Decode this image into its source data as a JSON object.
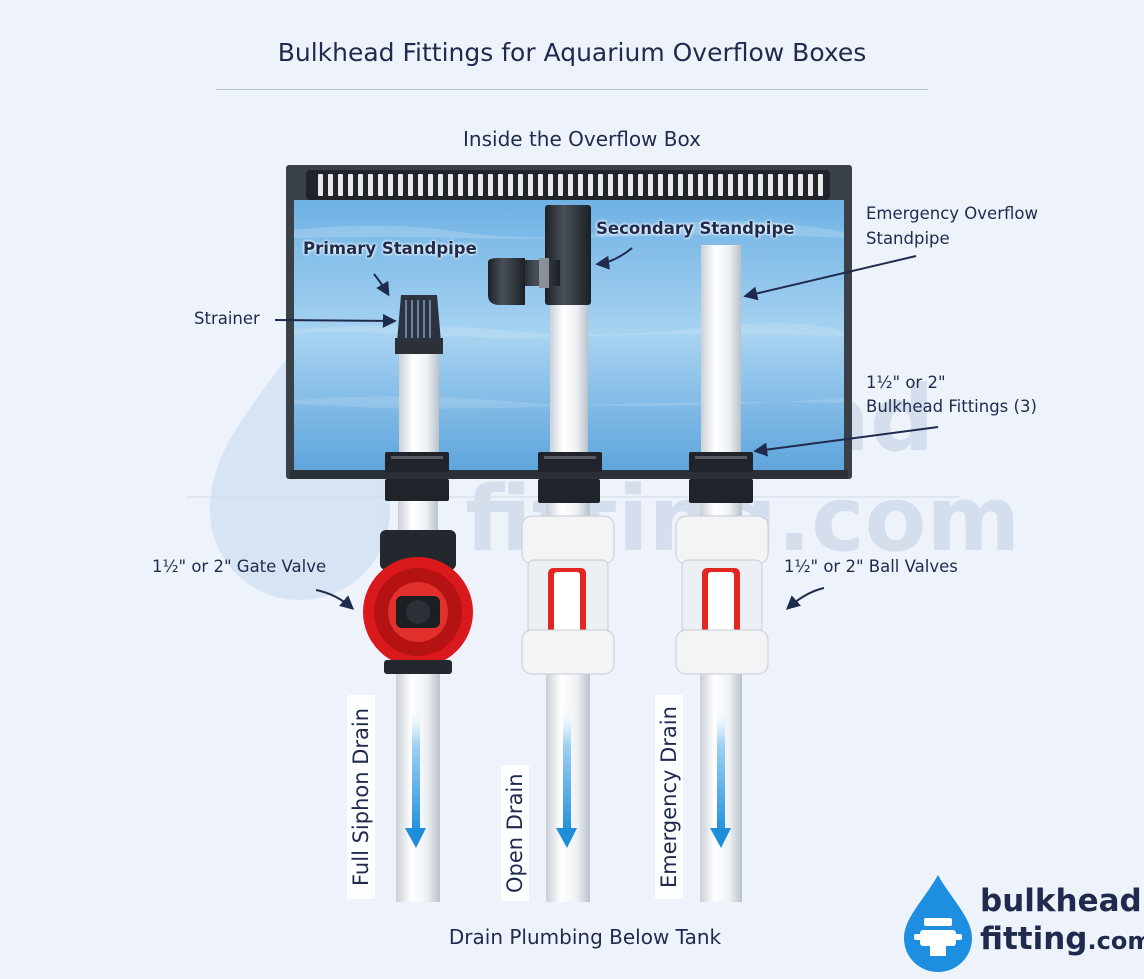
{
  "title": "Bulkhead Fittings for Aquarium Overflow Boxes",
  "sections": {
    "top": "Inside the Overflow Box",
    "bottom": "Drain Plumbing Below Tank"
  },
  "labels": {
    "primary_standpipe": "Primary Standpipe",
    "secondary_standpipe": "Secondary Standpipe",
    "emergency_overflow_line1": "Emergency Overflow",
    "emergency_overflow_line2": "Standpipe",
    "strainer": "Strainer",
    "bulkhead_line1": "1½\" or 2\"",
    "bulkhead_line2": "Bulkhead Fittings (3)",
    "gate_valve": "1½\" or 2\" Gate Valve",
    "ball_valves": "1½\" or 2\" Ball Valves"
  },
  "drains": [
    "Full Siphon Drain",
    "Open Drain",
    "Emergency Drain"
  ],
  "logo": {
    "word1": "bulkhead",
    "word2": "fitting",
    "suffix": ".com",
    "watermark1": "bulkhead",
    "watermark2": "fitting.com"
  },
  "colors": {
    "background": "#eef3fb",
    "water": "#8cc4ec",
    "text": "#1f2a4d",
    "gate_valve": "#d9191c",
    "ball_valve_handle": "#e3261f",
    "pipe": "#f4f6f8",
    "arrow_blue": "#2a9be0"
  }
}
